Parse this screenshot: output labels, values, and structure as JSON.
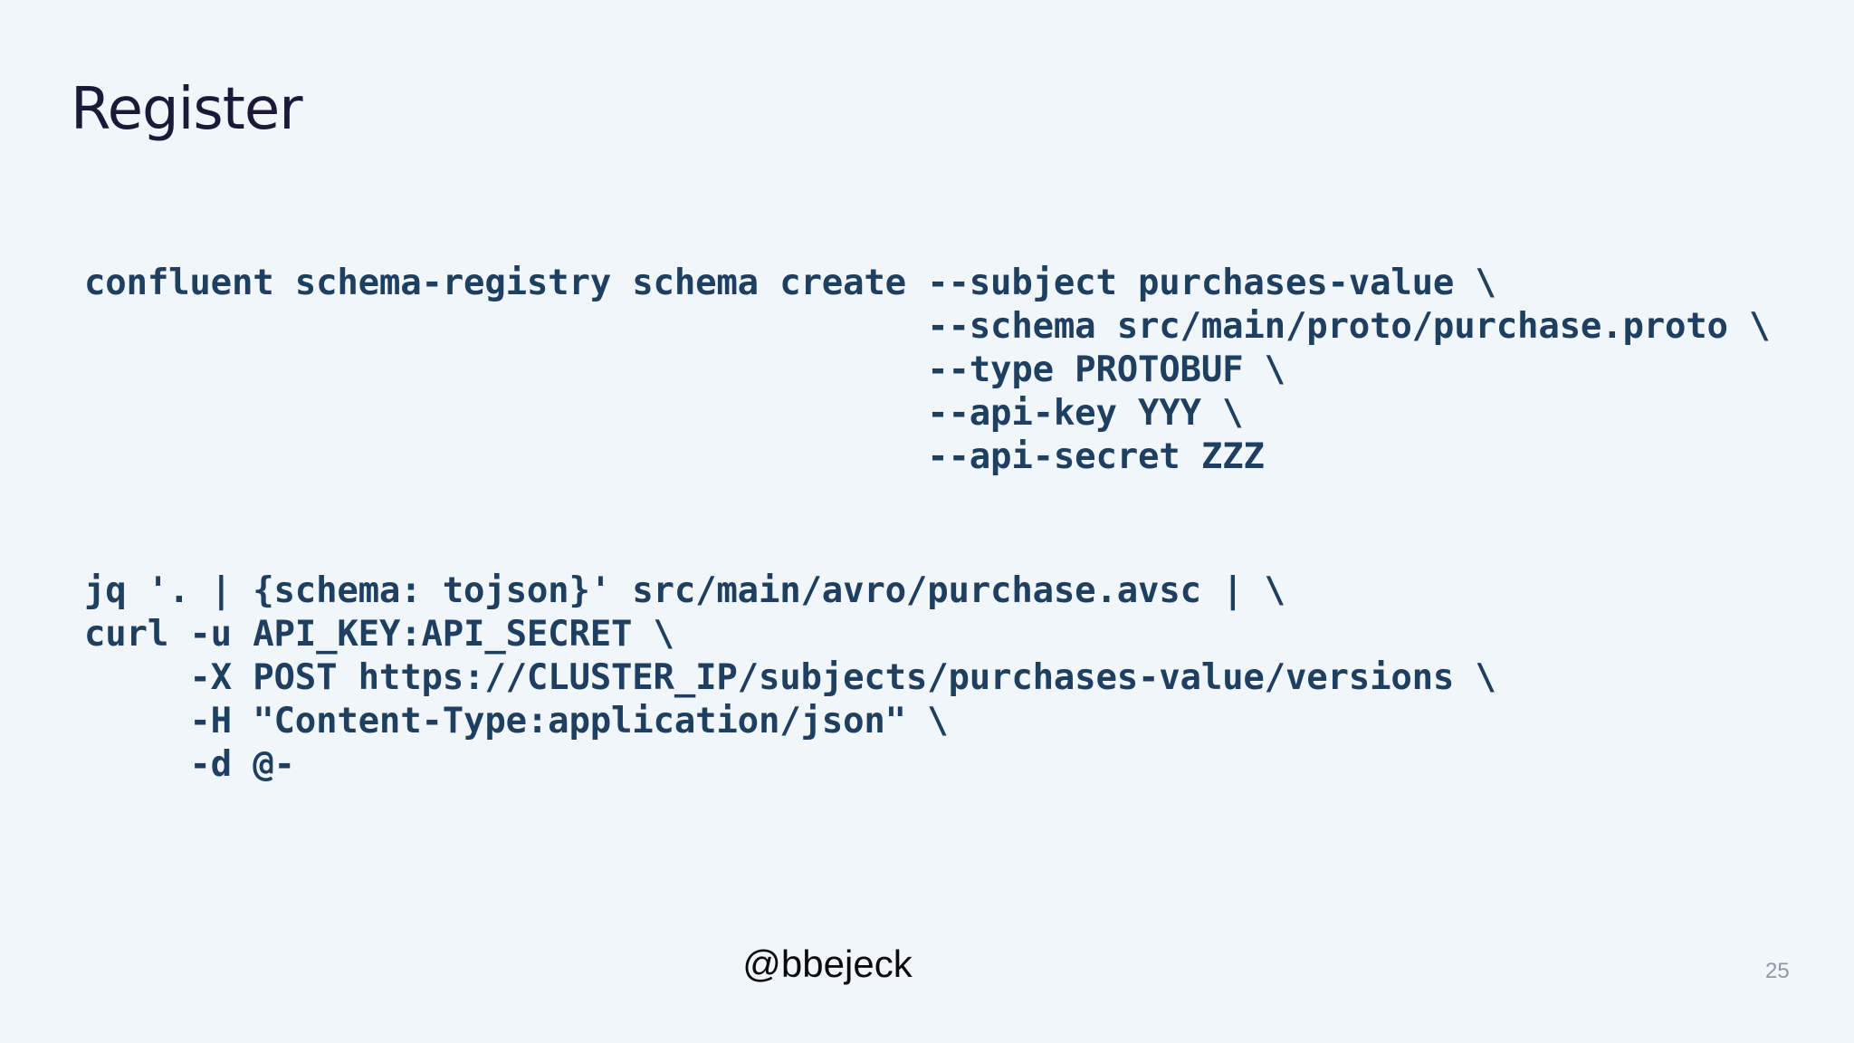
{
  "slide": {
    "title": "Register",
    "footer_handle": "@bbejeck",
    "page_number": "25"
  },
  "code_blocks": [
    {
      "name": "confluent-schema-registry-command",
      "lines": [
        "confluent schema-registry schema create --subject purchases-value \\",
        "                                        --schema src/main/proto/purchase.proto \\",
        "                                        --type PROTOBUF \\",
        "                                        --api-key YYY \\",
        "                                        --api-secret ZZZ"
      ]
    },
    {
      "name": "jq-curl-command",
      "lines": [
        "jq '. | {schema: tojson}' src/main/avro/purchase.avsc | \\",
        "curl -u API_KEY:API_SECRET \\",
        "     -X POST https://CLUSTER_IP/subjects/purchases-value/versions \\",
        "     -H \"Content-Type:application/json\" \\",
        "     -d @-"
      ]
    }
  ],
  "colors": {
    "background": "#f1f6fb",
    "title_text": "#1a1a38",
    "code_text": "#1f3f61",
    "footer_text": "#0b0b0c",
    "page_number_text": "#8e98a6"
  }
}
